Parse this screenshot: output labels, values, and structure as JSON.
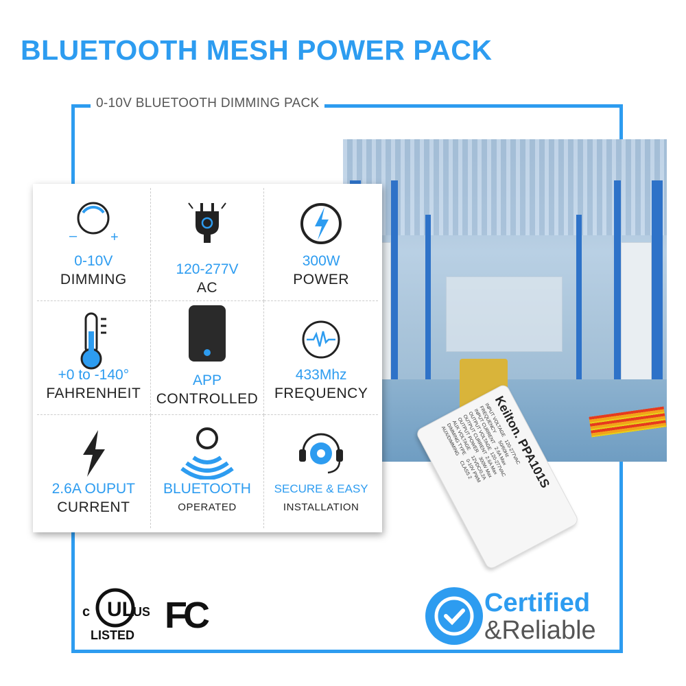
{
  "title": "BLUETOOTH MESH POWER PACK",
  "frame_label": "0-10V BLUETOOTH DIMMING PACK",
  "accent_color": "#2d9cf0",
  "features": [
    {
      "icon": "dimmer-knob-icon",
      "line1": "0-10V",
      "line2": "DIMMING"
    },
    {
      "icon": "power-plug-icon",
      "line1": "120-277V",
      "line2": "AC"
    },
    {
      "icon": "lightning-circle-icon",
      "line1": "300W",
      "line2": "POWER"
    },
    {
      "icon": "thermometer-icon",
      "line1": "+0 to -140°",
      "line2": "FAHRENHEIT"
    },
    {
      "icon": "smartphone-icon",
      "line1": "APP",
      "line2": "CONTROLLED"
    },
    {
      "icon": "frequency-wave-icon",
      "line1": "433Mhz",
      "line2": "FREQUENCY"
    },
    {
      "icon": "lightning-bolt-icon",
      "line1": "2.6A OUPUT",
      "line2": "CURRENT"
    },
    {
      "icon": "bluetooth-signal-icon",
      "line1": "BLUETOOTH",
      "line2": "OPERATED"
    },
    {
      "icon": "gear-headset-icon",
      "line1": "SECURE & EASY",
      "line2": "INSTALLATION"
    }
  ],
  "product": {
    "brand": "Keilton.",
    "model": "PPA101S",
    "spec": "INPUT VOLTAGE   120-277VAC\nFREQUENCY       50/60Hz\nINPUT CURRENT   2.6A Max\nOUTPUT VOLTAGE  120-277VAC\nOUTPUT CURRENT  2.6A Max\nOUTPUT POWER    300W Max\nAUX VOLTAGE     12VDC/0.2A\nDIMMING TYPE    0-10V PWM\nAUX/DIMMING     CLASS 2"
  },
  "badges": {
    "ul": "LISTED",
    "ul_c": "c",
    "ul_us": "US",
    "fcc": "FC"
  },
  "certified": {
    "line1": "Certified",
    "line2": "&Reliable"
  }
}
